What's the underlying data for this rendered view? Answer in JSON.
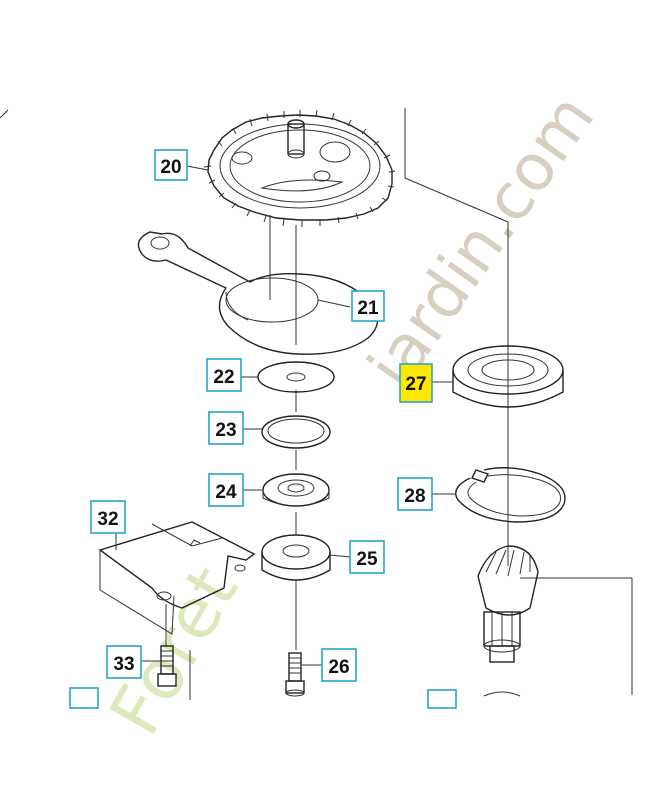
{
  "watermark": {
    "brand": "Foret",
    "site": "jardin.com",
    "brand_color": "#b7d371",
    "site_color": "#bdb3a0"
  },
  "callouts": {
    "c20": "20",
    "c21": "21",
    "c22": "22",
    "c23": "23",
    "c24": "24",
    "c25": "25",
    "c26": "26",
    "c27": "27",
    "c28": "28",
    "c32": "32",
    "c33": "33"
  },
  "highlight": {
    "part": "27",
    "color": "#ffe600"
  },
  "label_border_color": "#27a5c9"
}
